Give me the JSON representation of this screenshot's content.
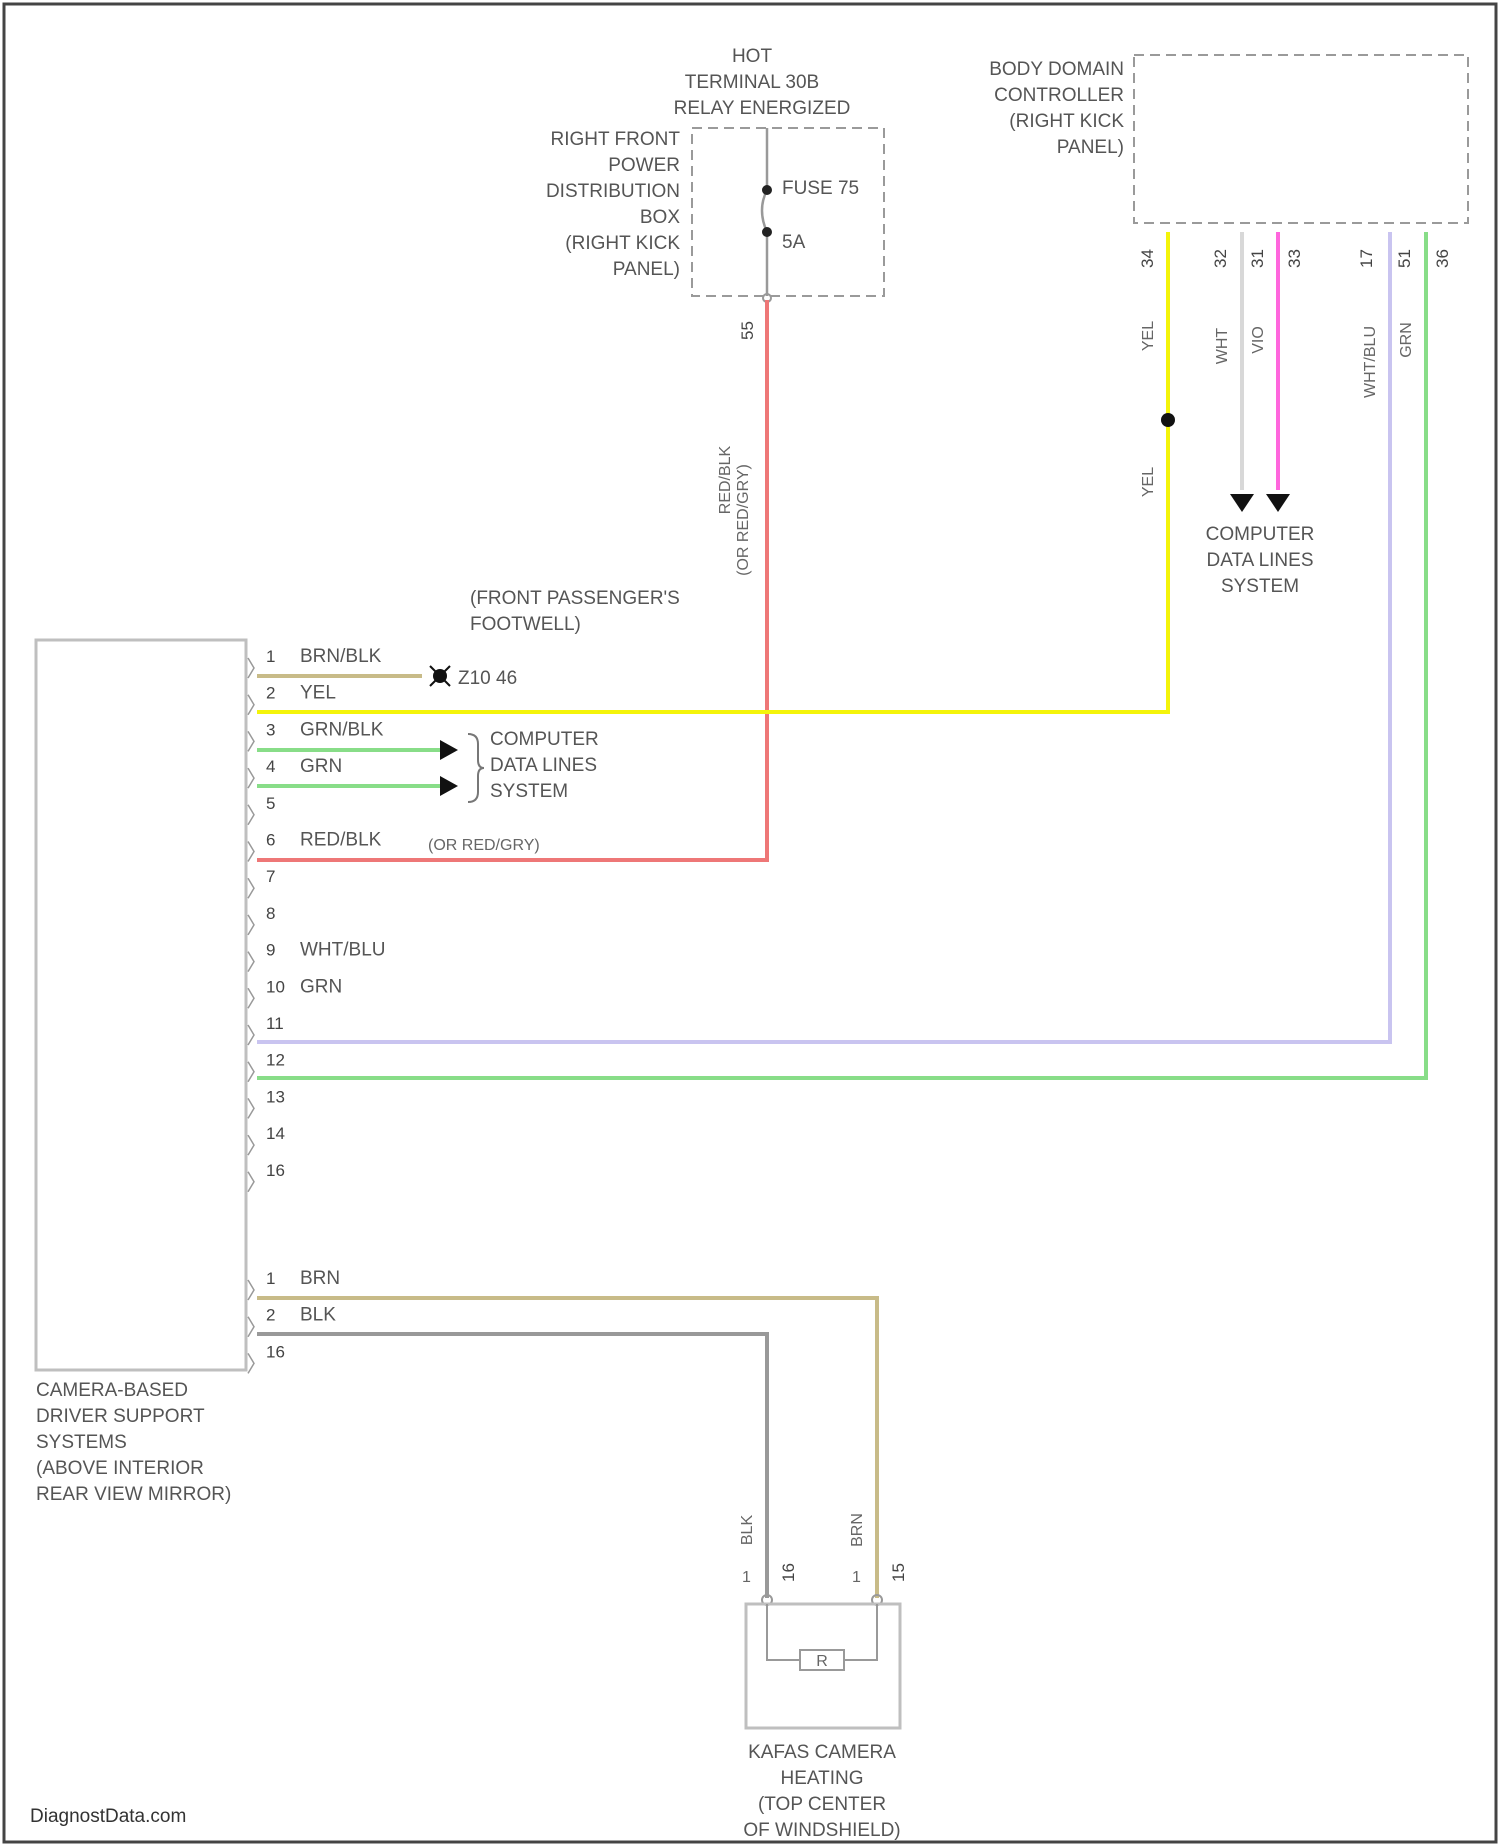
{
  "colors": {
    "red": "#ee7777",
    "yellow": "#f4f40a",
    "green": "#88dd88",
    "light_violet": "#c9c4f0",
    "magenta": "#ff66dd",
    "white_wire": "#d8d8d8",
    "tan": "#c8bb88",
    "gray_wire": "#999999",
    "black": "#111111"
  },
  "fuse_block": {
    "header": [
      "HOT",
      "TERMINAL 30B",
      "RELAY ENERGIZED"
    ],
    "label": [
      "RIGHT FRONT",
      "POWER",
      "DISTRIBUTION",
      "BOX",
      "(RIGHT KICK",
      "PANEL)"
    ],
    "fuse_name": "FUSE 75",
    "fuse_rating": "5A",
    "pin": "55"
  },
  "bdc": {
    "label": [
      "BODY DOMAIN",
      "CONTROLLER",
      "(RIGHT KICK",
      "PANEL)"
    ],
    "pins": [
      "34",
      "32",
      "31",
      "33",
      "17",
      "51",
      "36"
    ]
  },
  "vertical_wire_labels": {
    "red_line": [
      "(OR RED/GRY)",
      "RED/BLK"
    ],
    "yel_top": "YEL",
    "yel_bottom": "YEL",
    "wht": "WHT",
    "vio": "VIO",
    "wht_blu": "WHT/BLU",
    "grn": "GRN",
    "blk": "BLK",
    "brn": "BRN"
  },
  "cdl_right": [
    "COMPUTER",
    "DATA LINES",
    "SYSTEM"
  ],
  "footwell": [
    "(FRONT PASSENGER'S",
    "FOOTWELL)"
  ],
  "ground": "Z10 46",
  "connector_a": [
    {
      "pin": "1",
      "wire": "BRN/BLK"
    },
    {
      "pin": "2",
      "wire": "YEL"
    },
    {
      "pin": "3",
      "wire": "GRN/BLK"
    },
    {
      "pin": "4",
      "wire": "GRN"
    },
    {
      "pin": "5",
      "wire": ""
    },
    {
      "pin": "6",
      "wire": "RED/BLK"
    },
    {
      "pin": "7",
      "wire": ""
    },
    {
      "pin": "8",
      "wire": ""
    },
    {
      "pin": "9",
      "wire": "WHT/BLU"
    },
    {
      "pin": "10",
      "wire": "GRN"
    },
    {
      "pin": "11",
      "wire": ""
    },
    {
      "pin": "12",
      "wire": ""
    },
    {
      "pin": "13",
      "wire": ""
    },
    {
      "pin": "14",
      "wire": ""
    },
    {
      "pin": "16",
      "wire": ""
    }
  ],
  "red_alt": "(OR RED/GRY)",
  "cdl_left": [
    "COMPUTER",
    "DATA LINES",
    "SYSTEM"
  ],
  "connector_b": [
    {
      "pin": "1",
      "wire": "BRN"
    },
    {
      "pin": "2",
      "wire": "BLK"
    },
    {
      "pin": "16",
      "wire": ""
    }
  ],
  "camera_module": [
    "CAMERA-BASED",
    "DRIVER SUPPORT",
    "SYSTEMS",
    "(ABOVE INTERIOR",
    "REAR VIEW MIRROR)"
  ],
  "heater": {
    "pins": [
      "16",
      "15"
    ],
    "pin_marks": [
      "1",
      "1"
    ],
    "element_label": [
      "R",
      ""
    ],
    "label": [
      "KAFAS CAMERA",
      "HEATING",
      "(TOP CENTER",
      "OF WINDSHIELD)"
    ]
  },
  "watermark": "DiagnostData.com"
}
